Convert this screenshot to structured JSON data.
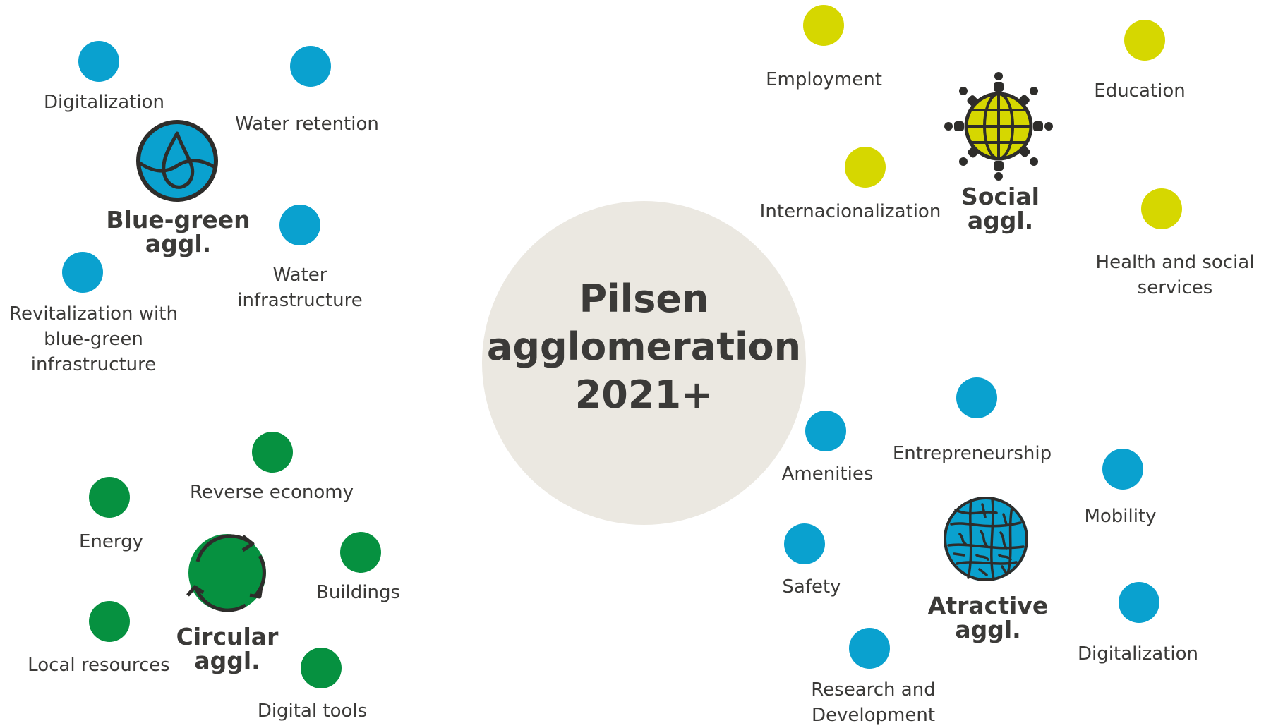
{
  "colors": {
    "blue": "#0aa1cf",
    "green": "#069140",
    "yellow": "#d6d700",
    "center": "#ebe8e1",
    "dark": "#2e2d2b"
  },
  "center": {
    "title": "Pilsen\nagglomeration\n2021+"
  },
  "blue_green": {
    "title": "Blue-green\naggl.",
    "icon": "water-drop-icon",
    "items": [
      "Digitalization",
      "Water retention",
      "Water\ninfrastructure",
      "Revitalization with\nblue-green\ninfrastructure"
    ]
  },
  "social": {
    "title": "Social\naggl.",
    "icon": "globe-people-icon",
    "items": [
      "Employment",
      "Education",
      "Internacionalization",
      "Health and social\nservices"
    ]
  },
  "circular": {
    "title": "Circular\naggl.",
    "icon": "recycle-arrows-icon",
    "items": [
      "Reverse economy",
      "Energy",
      "Buildings",
      "Local resources",
      "Digital tools"
    ]
  },
  "atractive": {
    "title": "Atractive\naggl.",
    "icon": "city-map-icon",
    "items": [
      "Amenities",
      "Entrepreneurship",
      "Mobility",
      "Safety",
      "Digitalization",
      "Research and\nDevelopment"
    ]
  }
}
